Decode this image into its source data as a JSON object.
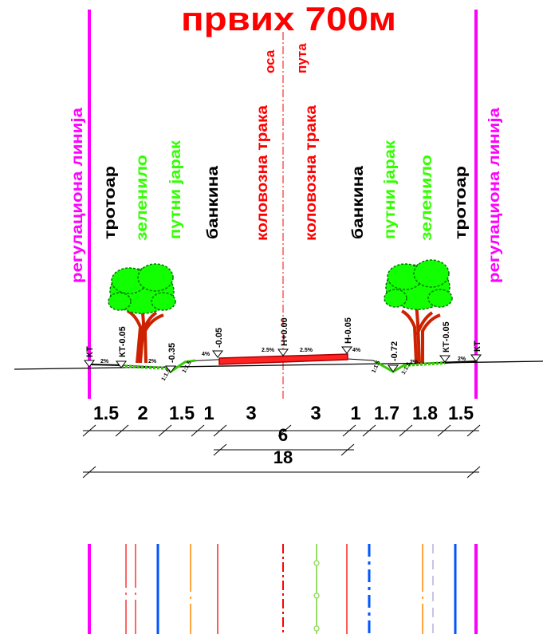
{
  "title": "првих 700м",
  "axis_label_left": "оса",
  "axis_label_right": "пута",
  "zones": {
    "reg_left": "регулациона линија",
    "sidewalk_left": "тротоар",
    "green_left": "зеленило",
    "ditch_left": "путни јарак",
    "shoulder_left": "банкина",
    "lane_left": "коловозна трака",
    "lane_right": "коловозна трака",
    "shoulder_right": "банкина",
    "ditch_right": "путни јарак",
    "green_right": "зеленило",
    "sidewalk_right": "тротоар",
    "reg_right": "регулациона линија"
  },
  "elevations": {
    "e1": "КТ",
    "e2": "КТ-0.05",
    "e3": "-0.35",
    "e4": "-0.05",
    "e5": "Н+0.00",
    "e6": "Н-0.05",
    "e7": "-0.72",
    "e8": "КТ-0.05",
    "e9": "КТ"
  },
  "slopes": {
    "s1": "2%",
    "s2": "2%",
    "s3": "1:1.5",
    "s4": "1:1.5",
    "s5": "4%",
    "s6": "2.5%",
    "s7": "2.5%",
    "s8": "4%",
    "s9": "1:1.5",
    "s10": "1:1.5",
    "s11": "2%",
    "s12": "2%"
  },
  "dimensions": {
    "widths": [
      "1.5",
      "2",
      "1.5",
      "1",
      "3",
      "3",
      "1",
      "1.7",
      "1.8",
      "1.5"
    ],
    "roadway": "6",
    "total": "18"
  },
  "colors": {
    "regulation": "#ff00ff",
    "lane": "#ff0000",
    "green": "#33ff00",
    "sidewalk": "#000000",
    "tree_trunk": "#cc2200",
    "tree_foliage": "#11ff00",
    "pipe_blue": "#0055ff",
    "pipe_orange": "#ff8800",
    "pipe_lightgreen": "#99dd66"
  }
}
